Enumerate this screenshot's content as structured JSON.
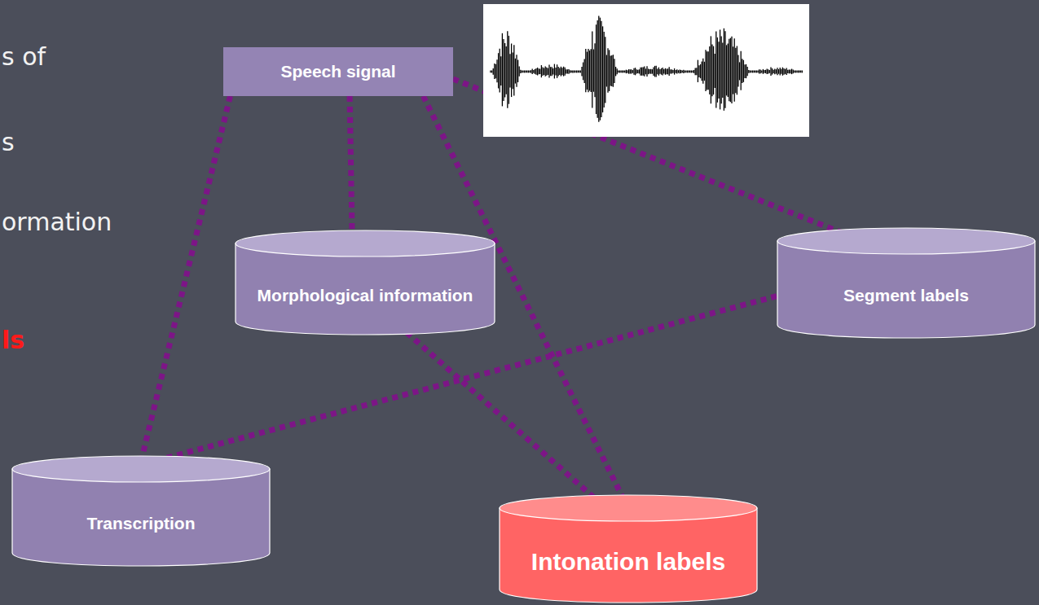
{
  "diagram": {
    "nodes": [
      {
        "text": [
          "Speech signal"
        ]
      },
      {
        "text": [
          "Morphological information"
        ]
      },
      {
        "text": [
          "Segment labels"
        ]
      },
      {
        "text": [
          "Transcription"
        ]
      },
      {
        "text": [
          "Intonation labels"
        ]
      }
    ],
    "edges": [
      {
        "from": 0,
        "to": 3,
        "arrow": "none"
      },
      {
        "from": 0,
        "to": 1,
        "arrow": "none"
      },
      {
        "from": 0,
        "to": 4,
        "arrow": "none"
      },
      {
        "from": 0,
        "to": 2,
        "arrow": "none"
      },
      {
        "from": 1,
        "to": 4,
        "arrow": "none"
      },
      {
        "from": 2,
        "to": 3,
        "arrow": "none"
      }
    ],
    "labels": [
      "s of",
      "s",
      "ormation",
      "ls"
    ]
  }
}
